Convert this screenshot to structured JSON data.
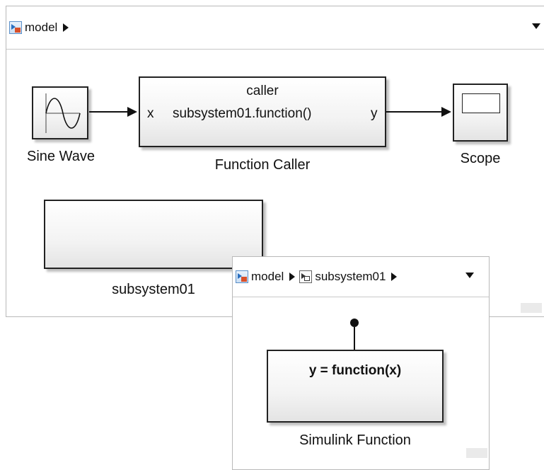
{
  "main_window": {
    "breadcrumb": {
      "items": [
        {
          "label": "model",
          "icon": "model-icon"
        }
      ]
    }
  },
  "blocks": {
    "sine_wave": {
      "label": "Sine Wave"
    },
    "function_caller": {
      "title": "caller",
      "prototype": "subsystem01.function()",
      "input_port": "x",
      "output_port": "y",
      "label": "Function Caller"
    },
    "scope": {
      "label": "Scope"
    },
    "subsystem": {
      "label": "subsystem01"
    }
  },
  "sub_window": {
    "breadcrumb": {
      "items": [
        {
          "label": "model",
          "icon": "model-icon"
        },
        {
          "label": "subsystem01",
          "icon": "subsystem-icon"
        }
      ]
    },
    "simulink_function": {
      "prototype": "y = function(x)",
      "label": "Simulink Function"
    }
  },
  "colors": {
    "block_border": "#222222",
    "canvas_border": "#b9b9b9",
    "model_icon_accent": "#d9502a"
  }
}
